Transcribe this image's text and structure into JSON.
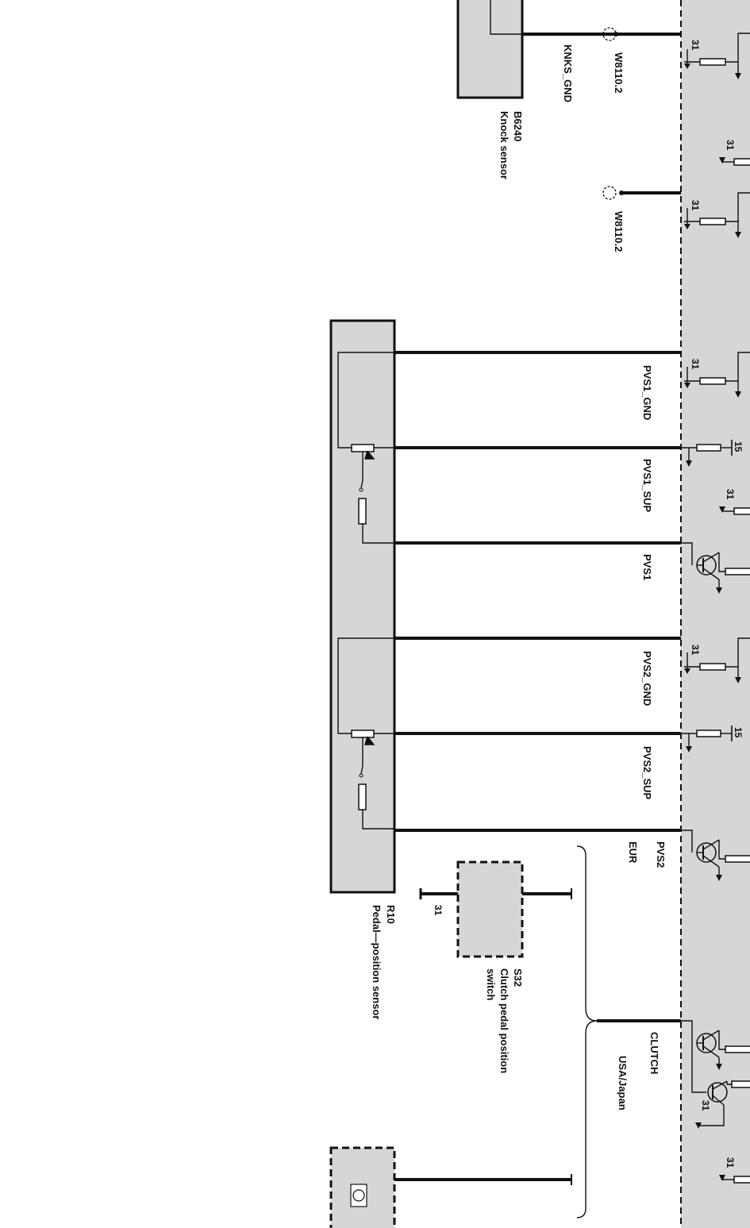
{
  "colors": {
    "component_fill": "#d6d6d6",
    "line": "#111111",
    "background": "#ffffff"
  },
  "components": {
    "knock_sensor": {
      "code": "B6240",
      "name": "Knock sensor"
    },
    "pedal_sensor": {
      "code": "R10",
      "name": "Pedal—position sensor"
    },
    "clutch_switch": {
      "code": "S32",
      "name_line1": "Clutch pedal position",
      "name_line2": "switch"
    }
  },
  "connectors": {
    "w1": "W8110.2",
    "w2": "W8110.2"
  },
  "signals": {
    "knks_gnd": "KNKS_GND",
    "pvs1_gnd": "PVS1_GND",
    "pvs1_sup": "PVS1_SUP",
    "pvs1": "PVS1",
    "pvs2_gnd": "PVS2_GND",
    "pvs2_sup": "PVS2_SUP",
    "pvs2": "PVS2",
    "eur": "EUR",
    "clutch": "CLUTCH",
    "usa_japan": "USA/Japan"
  },
  "terminals": {
    "t1": "31",
    "t2": "31",
    "t3": "31",
    "t4": "31",
    "t5": "15",
    "t6": "31",
    "t7": "31",
    "t8": "15",
    "t9": "31",
    "t10": "31",
    "t11": "31"
  }
}
